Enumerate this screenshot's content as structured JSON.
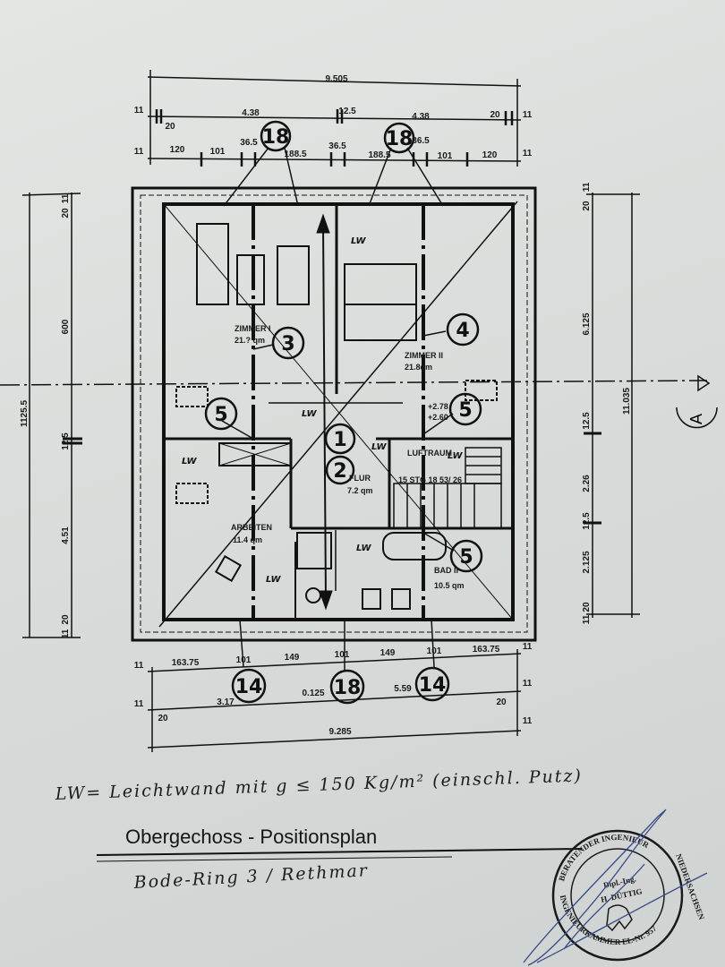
{
  "plan": {
    "top_dims": {
      "overall": "9.505",
      "row2": [
        "11",
        "20",
        "4.38",
        "12.5",
        "4.38",
        "20",
        "11"
      ],
      "row3": [
        "11",
        "120",
        "101",
        "36.5",
        "188.5",
        "36.5",
        "188.5",
        "36.5",
        "101",
        "120",
        "11"
      ]
    },
    "bottom_dims": {
      "row1": [
        "11",
        "163.75",
        "101",
        "149",
        "101",
        "149",
        "101",
        "163.75",
        "11"
      ],
      "row2": [
        "11",
        "3.17",
        "0.125",
        "5.59",
        "11",
        "20",
        "20"
      ],
      "overall": "9.285",
      "overall_end": "11"
    },
    "left_dims": {
      "overall": "1125.5",
      "segments": [
        "11",
        "20",
        "600",
        "12.5",
        "4.51",
        "20",
        "11"
      ]
    },
    "right_dims": {
      "overall": "11.035",
      "segments": [
        "11",
        "20",
        "6.125",
        "12.5",
        "2.26",
        "12.5",
        "2.125",
        "20",
        "11"
      ]
    },
    "section_marker": "A",
    "rooms": [
      {
        "name": "ZIMMER I",
        "area": "21.? qm"
      },
      {
        "name": "ZIMMER II",
        "area": "21.8qm"
      },
      {
        "name": "FLUR",
        "area": "7.2 qm"
      },
      {
        "name": "ARBEITEN",
        "area": "11.4 qm"
      },
      {
        "name": "BAD II",
        "area": "10.5 qm"
      },
      {
        "name": "LUFTRAUM",
        "area": ""
      }
    ],
    "stair": "15 STG 18 53/ 26",
    "levels": [
      "+2.78",
      "+2.60"
    ],
    "lw_label": "LW",
    "positions": {
      "p18": "18",
      "p3": "3",
      "p4": "4",
      "p5": "5",
      "p1": "1",
      "p2": "2",
      "p14": "14"
    }
  },
  "notes": {
    "legend": "LW= Leichtwand mit g ≤ 150 Kg/m² (einschl. Putz)",
    "title": "Obergechoss - Positionsplan",
    "address": "Bode-Ring 3 / Rethmar"
  },
  "stamp": {
    "ring_top": "BERATENDER INGENIEUR",
    "ring_right": "NIEDERSACHSEN",
    "ring_bottom": "INGENIEURKAMMER EL-Nr. 957",
    "name_line1": "Dipl.-Ing.",
    "name_line2": "H. DÜTTIG"
  },
  "colors": {
    "ink": "#111111",
    "paper": "#d9dcda",
    "signature": "#3a4a8a"
  }
}
